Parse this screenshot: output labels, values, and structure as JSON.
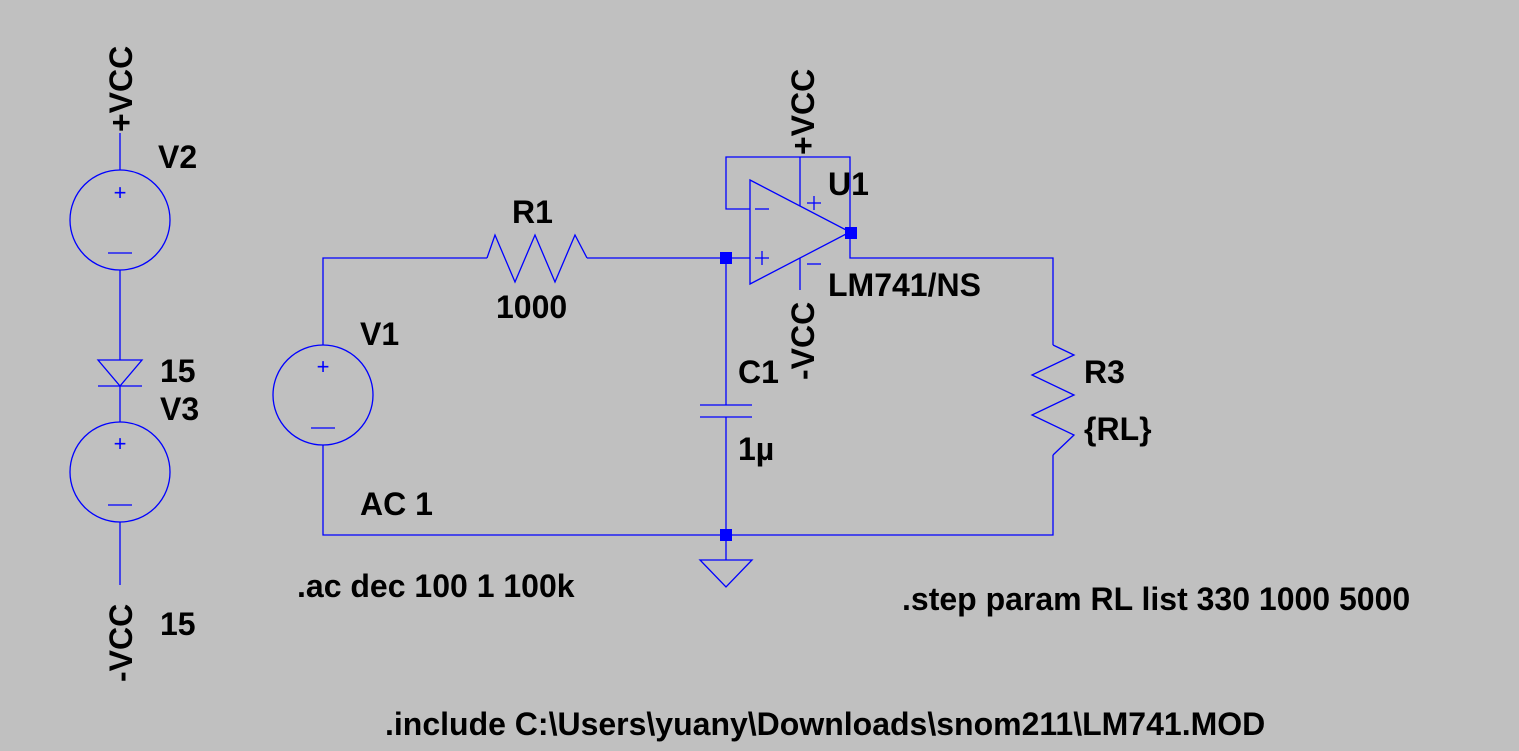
{
  "labels": {
    "vcc_pos_label": "+VCC",
    "vcc_neg_label": "-VCC",
    "v2_name": "V2",
    "v2_value": "15",
    "v3_name": "V3",
    "v3_value": "15",
    "v1_name": "V1",
    "v1_value": "AC 1",
    "r1_name": "R1",
    "r1_value": "1000",
    "c1_name": "C1",
    "c1_value": "1µ",
    "u1_name": "U1",
    "u1_model": "LM741/NS",
    "opamp_pos_supply": "+VCC",
    "opamp_neg_supply": "-VCC",
    "r3_name": "R3",
    "r3_value": "{RL}"
  },
  "directives": {
    "ac": ".ac dec 100 1 100k",
    "step": ".step param RL list 330 1000 5000",
    "include": ".include C:\\Users\\yuany\\Downloads\\snom211\\LM741.MOD"
  },
  "colors": {
    "background": "#c0c0c0",
    "wire": "#0000ff",
    "text": "#000000"
  }
}
